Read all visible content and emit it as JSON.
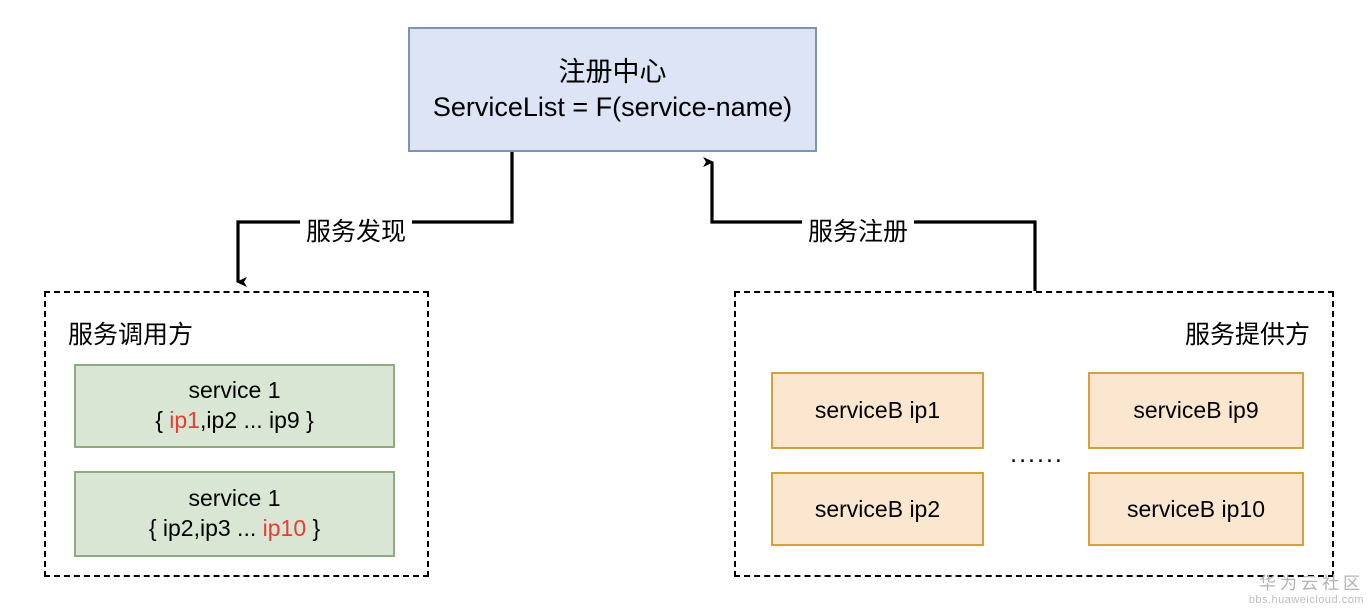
{
  "diagram": {
    "registry": {
      "title": "注册中心",
      "formula": "ServiceList = F(service-name)",
      "fill": "#dce4f5",
      "border": "#7d93b2"
    },
    "edges": [
      {
        "name": "service-discovery",
        "label": "服务发现",
        "direction": "registry-to-consumer"
      },
      {
        "name": "service-register",
        "label": "服务注册",
        "direction": "provider-to-registry"
      }
    ],
    "consumer_zone": {
      "title": "服务调用方",
      "fill": "#d9e6d4",
      "border": "#8fa982",
      "services": [
        {
          "name": "service 1",
          "ip_prefix": "{ ",
          "ip_highlight": "ip1",
          "ip_rest": ",ip2 ... ip9 }",
          "highlight_position": "start"
        },
        {
          "name": "service 1",
          "ip_prefix": "{ ip2,ip3 ... ",
          "ip_highlight": "ip10",
          "ip_rest": " }",
          "highlight_position": "end"
        }
      ]
    },
    "provider_zone": {
      "title": "服务提供方",
      "fill": "#fbe7cf",
      "border": "#d6a13c",
      "ellipsis": "......",
      "instances": [
        {
          "label": "serviceB ip1"
        },
        {
          "label": "serviceB ip2"
        },
        {
          "label": "serviceB ip9"
        },
        {
          "label": "serviceB ip10"
        }
      ]
    },
    "highlight_color": "#eb3b33",
    "watermark": {
      "brand": "华为云社区",
      "url": "bbs.huaweicloud.com"
    }
  }
}
